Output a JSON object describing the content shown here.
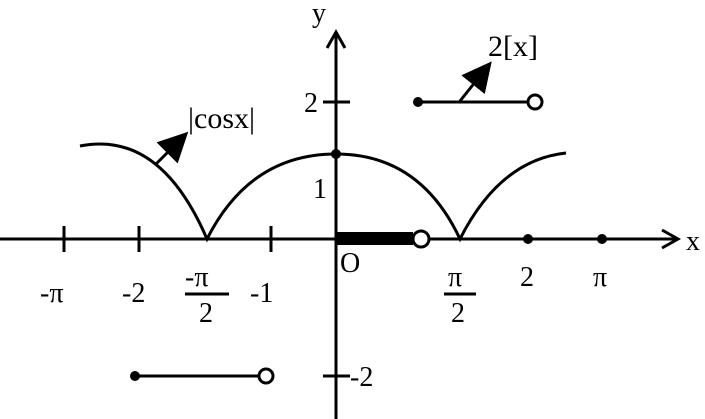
{
  "axes": {
    "x_label": "x",
    "y_label": "y",
    "origin_label": "O"
  },
  "x_ticks": [
    {
      "label": "-π",
      "value": -3.1416
    },
    {
      "label": "-2",
      "value": -2
    },
    {
      "label_num": "-π",
      "label_den": "2",
      "value": -1.5708
    },
    {
      "label": "-1",
      "value": -1
    },
    {
      "label_num": "π",
      "label_den": "2",
      "value": 1.5708
    },
    {
      "label": "2",
      "value": 2
    },
    {
      "label": "π",
      "value": 3.1416
    }
  ],
  "y_ticks": [
    {
      "label": "2",
      "value": 2
    },
    {
      "label": "1",
      "value": 1
    },
    {
      "label": "-2",
      "value": -2
    }
  ],
  "curves": {
    "cos_label": "|cosx|",
    "floor_label": "2[x]"
  }
}
